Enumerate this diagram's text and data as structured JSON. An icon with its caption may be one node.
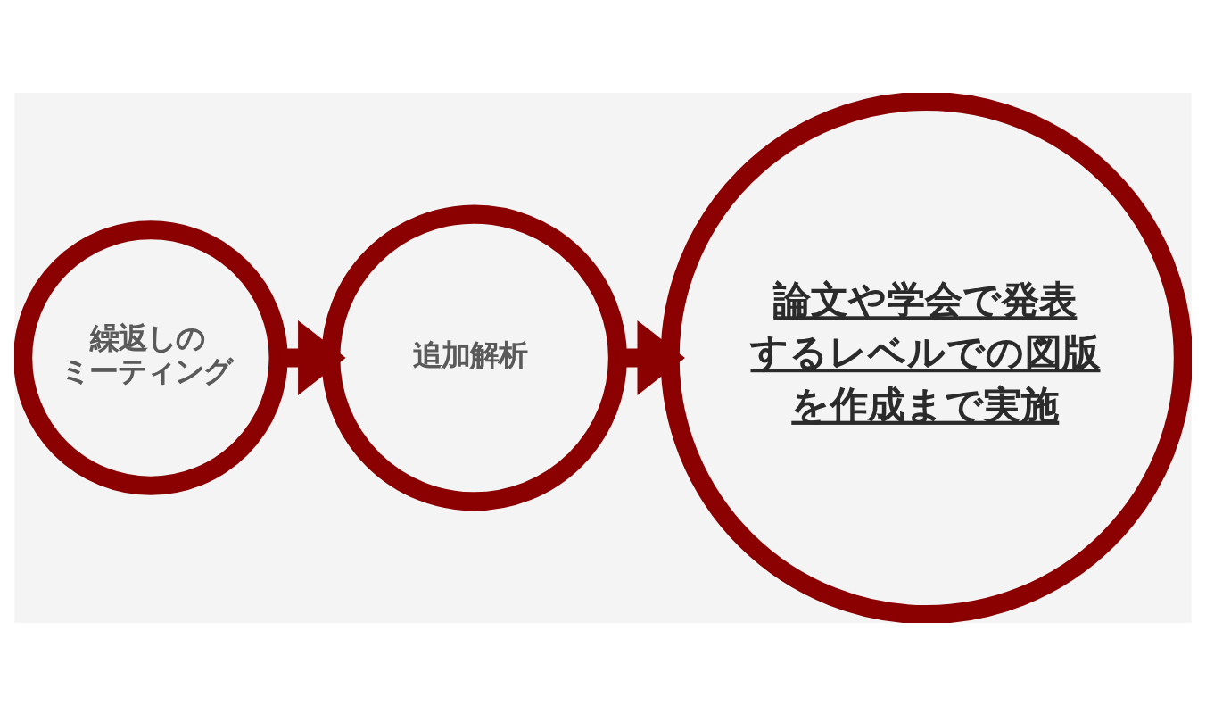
{
  "diagram": {
    "nodes": [
      {
        "text": [
          "繰返しのミーティング"
        ]
      },
      {
        "text": [
          "追加解析"
        ]
      },
      {
        "text": [
          "論文や学会で発表するレベルでの図版を作成まで実施"
        ]
      }
    ],
    "edges": [
      {
        "from": 0,
        "to": 1,
        "arrow": "to"
      },
      {
        "from": 1,
        "to": 2,
        "arrow": "to"
      }
    ]
  }
}
